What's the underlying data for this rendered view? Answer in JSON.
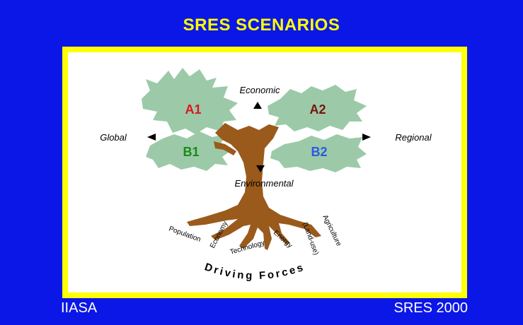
{
  "title": "SRES SCENARIOS",
  "footer": {
    "left": "IIASA",
    "right": "SRES 2000"
  },
  "axes": {
    "top": "Economic",
    "bottom": "Environmental",
    "left": "Global",
    "right": "Regional"
  },
  "scenarios": {
    "a1": {
      "label": "A1",
      "color": "#e0141e"
    },
    "a2": {
      "label": "A2",
      "color": "#7a1410"
    },
    "b1": {
      "label": "B1",
      "color": "#1a8a1a"
    },
    "b2": {
      "label": "B2",
      "color": "#2a5ae0"
    }
  },
  "roots": [
    "Population",
    "Economy",
    "Technology",
    "Energy",
    "(Land-use)",
    "Agriculture"
  ],
  "driving_forces": "Driving Forces",
  "colors": {
    "background": "#0b17e6",
    "frame": "#ffff00",
    "canopy": "#9ccaa8",
    "trunk": "#9a5a1c",
    "title": "#ffff00"
  }
}
